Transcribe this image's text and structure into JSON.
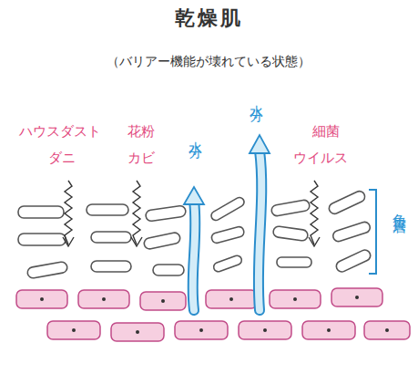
{
  "diagram": {
    "title": "乾燥肌",
    "labels": [
      "（バリアー機能が壊れている状態）",
      "ハウスダスト",
      "ダニ",
      "花粉",
      "カビ",
      "水分",
      "水分",
      "細菌",
      "ウイルス",
      "角質層"
    ]
  }
}
